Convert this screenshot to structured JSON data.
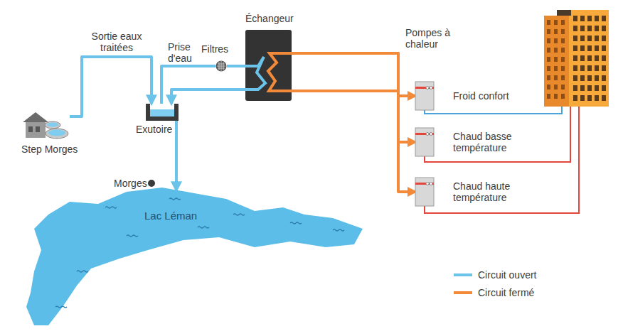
{
  "diagram": {
    "nodes": [
      {
        "text": [
          "Step Morges"
        ]
      },
      {
        "text": [
          "Exutoire"
        ]
      },
      {
        "text": [
          "Filtres"
        ]
      },
      {
        "text": [
          "Échangeur"
        ]
      },
      {
        "text": [
          "Froid confort"
        ]
      },
      {
        "text": [
          "Chaud basse température"
        ]
      },
      {
        "text": [
          "Chaud haute température"
        ]
      },
      {
        "text": [
          "Lac Léman"
        ]
      }
    ],
    "edges": [
      {
        "from": 0,
        "to": 1,
        "arrow": "to",
        "label": "Sortie eaux traitées"
      },
      {
        "from": 1,
        "to": 2,
        "arrow": "none"
      },
      {
        "from": 2,
        "to": 3,
        "arrow": "none"
      },
      {
        "from": 3,
        "to": 1,
        "arrow": "to"
      },
      {
        "from": 1,
        "to": 7,
        "arrow": "to"
      },
      {
        "from": 3,
        "to": 4,
        "arrow": "to"
      },
      {
        "from": 3,
        "to": 5,
        "arrow": "to"
      },
      {
        "from": 3,
        "to": 6,
        "arrow": "to"
      }
    ],
    "labels": [
      "Prise d'eau",
      "Pompes à chaleur",
      "Morges"
    ],
    "legend": [
      {
        "text": "Circuit ouvert"
      },
      {
        "text": "Circuit fermé"
      }
    ]
  }
}
